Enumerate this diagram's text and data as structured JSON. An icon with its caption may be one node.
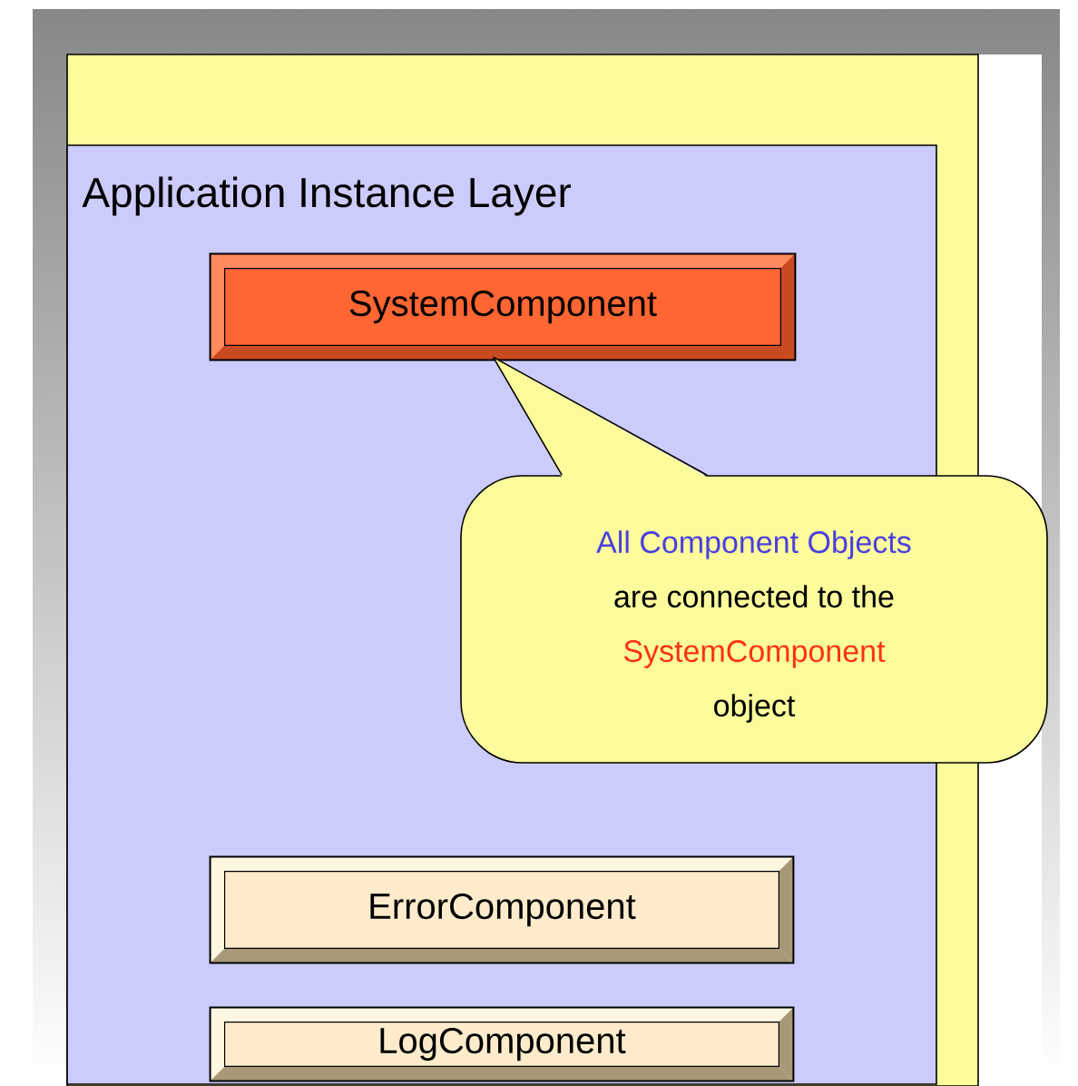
{
  "diagram": {
    "nodes": [
      {
        "text": [],
        "shape": "box"
      },
      {
        "text": [
          "Application Instance Layer"
        ],
        "in": 0
      },
      {
        "text": [
          "SystemComponent"
        ],
        "in": 1
      },
      {
        "text": [
          "All Component Objects",
          "are connected to the",
          "SystemComponent",
          "object"
        ]
      },
      {
        "text": [
          "ErrorComponent"
        ],
        "in": 1
      },
      {
        "text": [
          "LogComponent"
        ],
        "in": 1
      }
    ],
    "edges": [
      {
        "from": 3,
        "to": 2,
        "arrow": "none"
      }
    ]
  }
}
